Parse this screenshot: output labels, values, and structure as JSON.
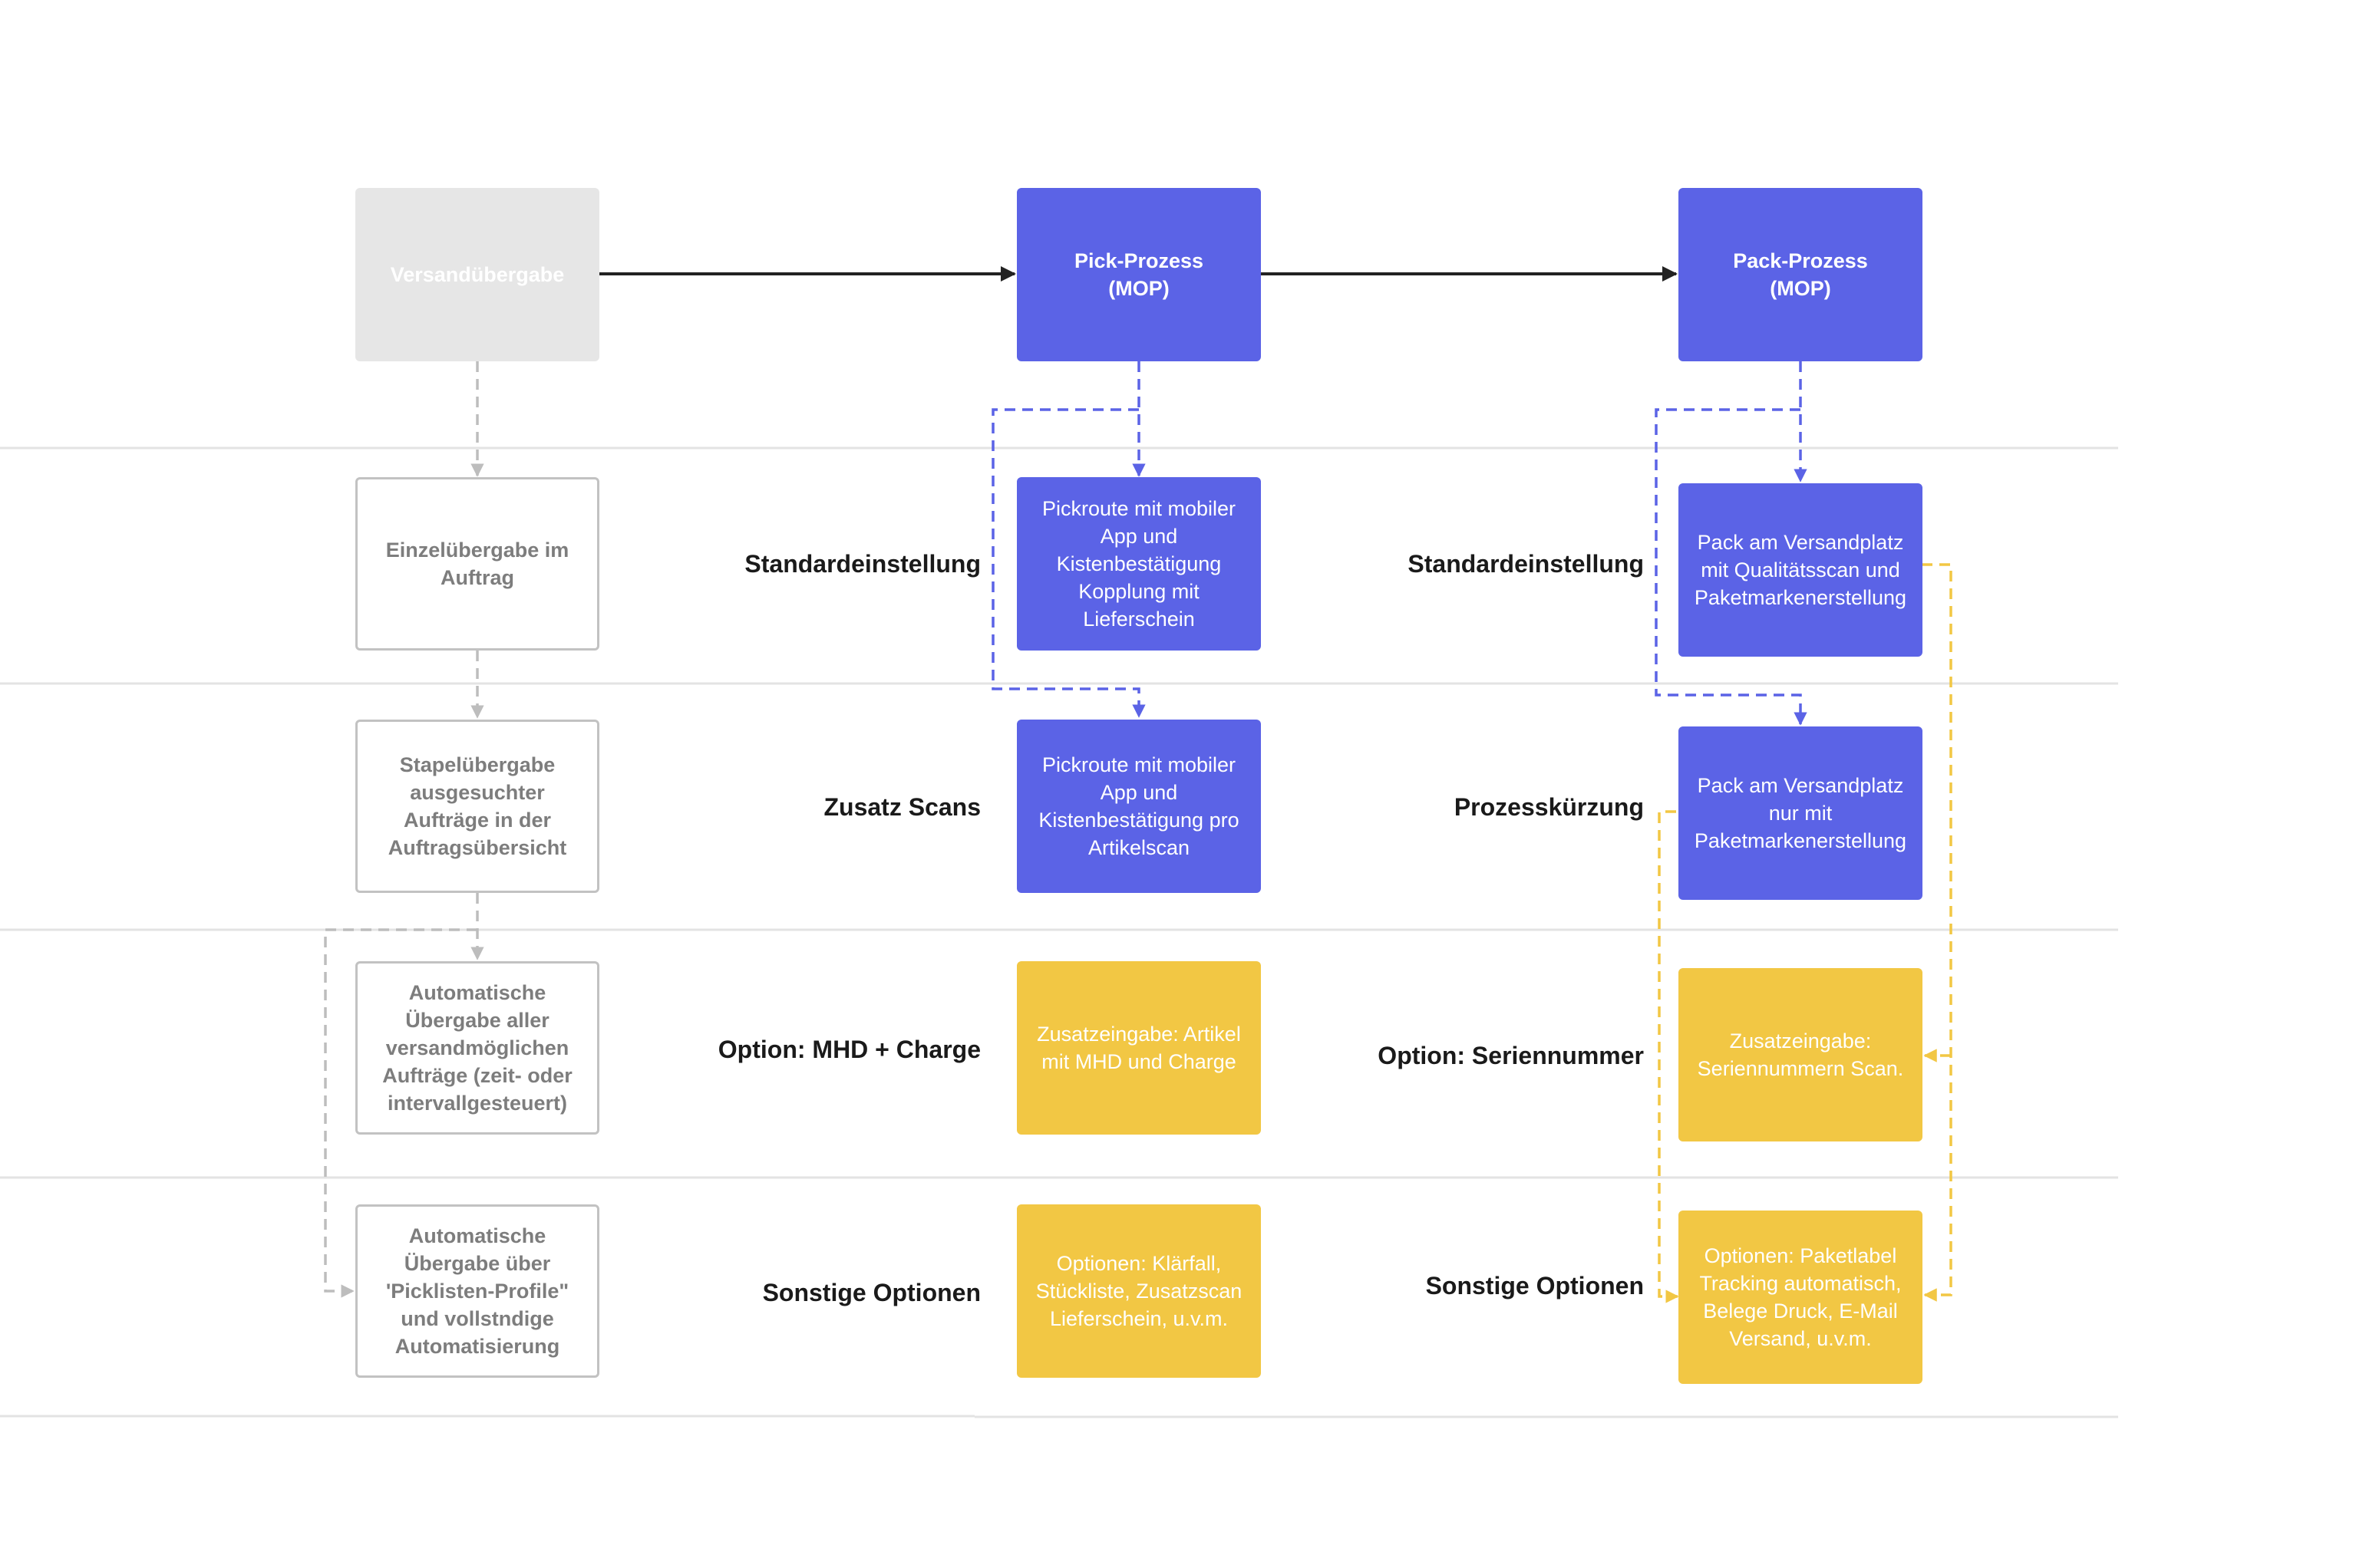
{
  "colors": {
    "blue": "#5b63e6",
    "yellow": "#f2c744",
    "grey_fill": "#e6e6e6",
    "grey_border": "#c2c2c2",
    "grey_text": "#7d7d7d",
    "arrow_dark": "#222222",
    "divider": "#e3e3e3"
  },
  "handover": {
    "head": "Versandübergabe",
    "steps": [
      "Einzelübergabe im\nAuftrag",
      "Stapelübergabe\nausgesuchter\nAufträge in der\nAuftragsübersicht",
      "Automatische\nÜbergabe aller\nversandmöglichen\nAufträge (zeit- oder\nintervallgesteuert)",
      "Automatische\nÜbergabe über\n'Picklisten-Profile\"\nund vollstndige\nAutomatisierung"
    ]
  },
  "pick": {
    "head": "Pick-Prozess\n(MOP)",
    "labels": [
      "Standardeinstellung",
      "Zusatz Scans",
      "Option: MHD + Charge",
      "Sonstige Optionen"
    ],
    "boxes": [
      "Pickroute mit mobiler\nApp und\nKistenbestätigung\nKopplung mit\nLieferschein",
      "Pickroute mit mobiler\nApp und\nKistenbestätigung pro\nArtikelscan",
      "Zusatzeingabe: Artikel\nmit MHD und Charge",
      "Optionen: Klärfall,\nStückliste, Zusatzscan\nLieferschein, u.v.m."
    ]
  },
  "pack": {
    "head": "Pack-Prozess\n(MOP)",
    "labels": [
      "Standardeinstellung",
      "Prozesskürzung",
      "Option: Seriennummer",
      "Sonstige Optionen"
    ],
    "boxes": [
      "Pack am Versandplatz\nmit Qualitätsscan und\nPaketmarkenerstellung",
      "Pack am Versandplatz\nnur mit\nPaketmarkenerstellung",
      "Zusatzeingabe:\nSeriennummern Scan.",
      "Optionen: Paketlabel\nTracking automatisch,\nBelege Druck, E-Mail\nVersand, u.v.m."
    ]
  }
}
